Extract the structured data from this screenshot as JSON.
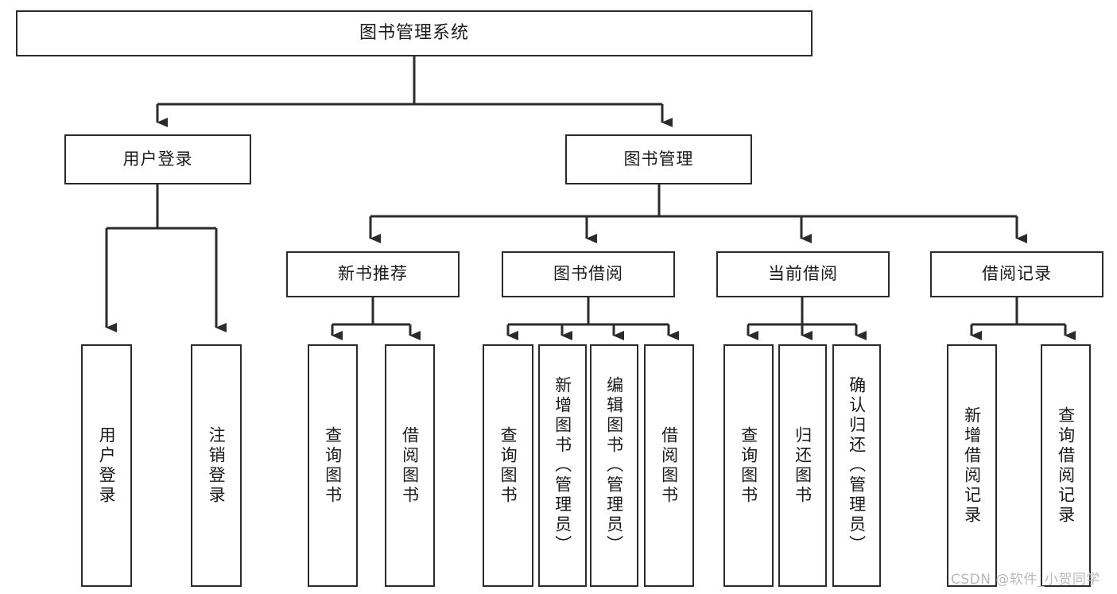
{
  "diagram": {
    "title": "图书管理系统",
    "type": "tree",
    "line_color": "#2b2b2b",
    "box_fill": "#ffffff",
    "text_color": "#1a1a1a",
    "root": {
      "label": "图书管理系统",
      "id": "root"
    },
    "level2": [
      {
        "id": "user-login",
        "label": "用户登录"
      },
      {
        "id": "book-manage",
        "label": "图书管理"
      }
    ],
    "level3": [
      {
        "id": "new-book-rec",
        "label": "新书推荐",
        "parent": "book-manage"
      },
      {
        "id": "book-borrow",
        "label": "图书借阅",
        "parent": "book-manage"
      },
      {
        "id": "current-borrow",
        "label": "当前借阅",
        "parent": "book-manage"
      },
      {
        "id": "borrow-record",
        "label": "借阅记录",
        "parent": "book-manage"
      }
    ],
    "leaves": [
      {
        "id": "leaf-user-login",
        "label": "用户登录",
        "parent": "user-login"
      },
      {
        "id": "leaf-logout",
        "label": "注销登录",
        "parent": "user-login"
      },
      {
        "id": "leaf-query-book-1",
        "label": "查询图书",
        "parent": "new-book-rec"
      },
      {
        "id": "leaf-borrow-book-1",
        "label": "借阅图书",
        "parent": "new-book-rec"
      },
      {
        "id": "leaf-query-book-2",
        "label": "查询图书",
        "parent": "book-borrow"
      },
      {
        "id": "leaf-add-book",
        "label": "新增图书（管理员）",
        "parent": "book-borrow"
      },
      {
        "id": "leaf-edit-book",
        "label": "编辑图书（管理员）",
        "parent": "book-borrow"
      },
      {
        "id": "leaf-borrow-book-2",
        "label": "借阅图书",
        "parent": "book-borrow"
      },
      {
        "id": "leaf-query-book-3",
        "label": "查询图书",
        "parent": "current-borrow"
      },
      {
        "id": "leaf-return-book",
        "label": "归还图书",
        "parent": "current-borrow"
      },
      {
        "id": "leaf-confirm-return",
        "label": "确认归还（管理员）",
        "parent": "current-borrow"
      },
      {
        "id": "leaf-add-record",
        "label": "新增借阅记录",
        "parent": "borrow-record"
      },
      {
        "id": "leaf-query-record",
        "label": "查询借阅记录",
        "parent": "borrow-record"
      }
    ]
  },
  "watermark": {
    "text": "CSDN @软件_小贺同学"
  }
}
